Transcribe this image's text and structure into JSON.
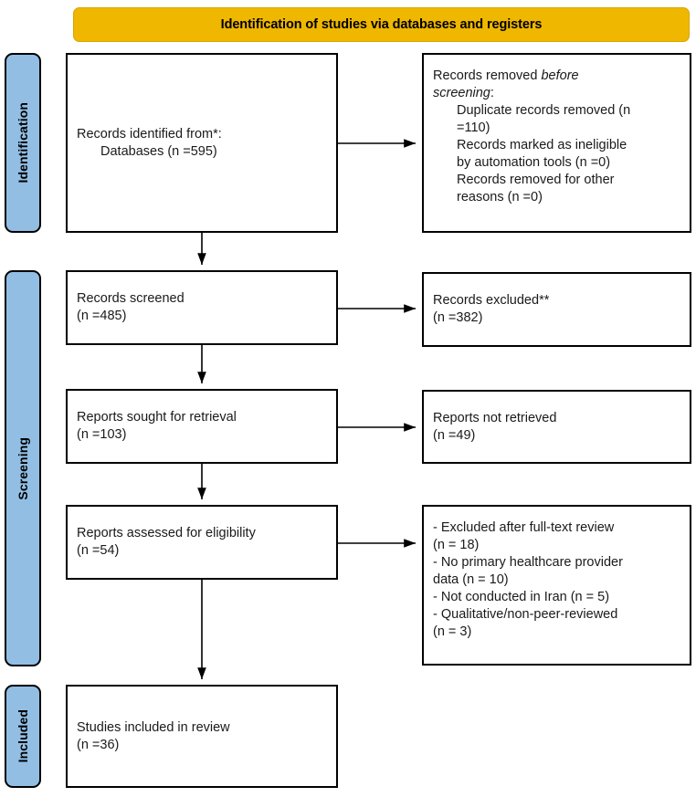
{
  "banner": {
    "title": "Identification of studies via databases and registers",
    "color": "#EFB700"
  },
  "stages": {
    "accent_color": "#92BEE4",
    "identification": "Identification",
    "screening": "Screening",
    "included": "Included"
  },
  "boxes": {
    "identified": {
      "line1": "Records identified from*:",
      "line2": "Databases (n =595)"
    },
    "removed": {
      "line1_pre": "Records removed ",
      "line1_ital": "before",
      "line2_ital": "screening",
      "line2_post": ":",
      "item1": "Duplicate records removed (n",
      "item1b": "=110)",
      "item2": "Records marked as ineligible",
      "item2b": "by automation tools (n =0)",
      "item3": "Records removed for other",
      "item3b": "reasons (n =0)"
    },
    "screened": {
      "line1": "Records screened",
      "line2": "(n =485)"
    },
    "excluded": {
      "line1": "Records excluded**",
      "line2": "(n =382)"
    },
    "sought": {
      "line1": "Reports sought for retrieval",
      "line2": "(n =103)"
    },
    "not_retrieved": {
      "line1": "Reports not retrieved",
      "line2": "(n =49)"
    },
    "assessed": {
      "line1": "Reports assessed for eligibility",
      "line2": "(n =54)"
    },
    "fulltext_excluded": {
      "line1": "- Excluded after full-text review",
      "line2": "(n = 18)",
      "line3": "- No primary healthcare provider",
      "line4": "data (n = 10)",
      "line5": "- Not conducted in Iran (n = 5)",
      "line6": "- Qualitative/non-peer-reviewed",
      "line7": "(n = 3)"
    },
    "included": {
      "line1": "Studies included in review",
      "line2": "(n =36)"
    }
  }
}
